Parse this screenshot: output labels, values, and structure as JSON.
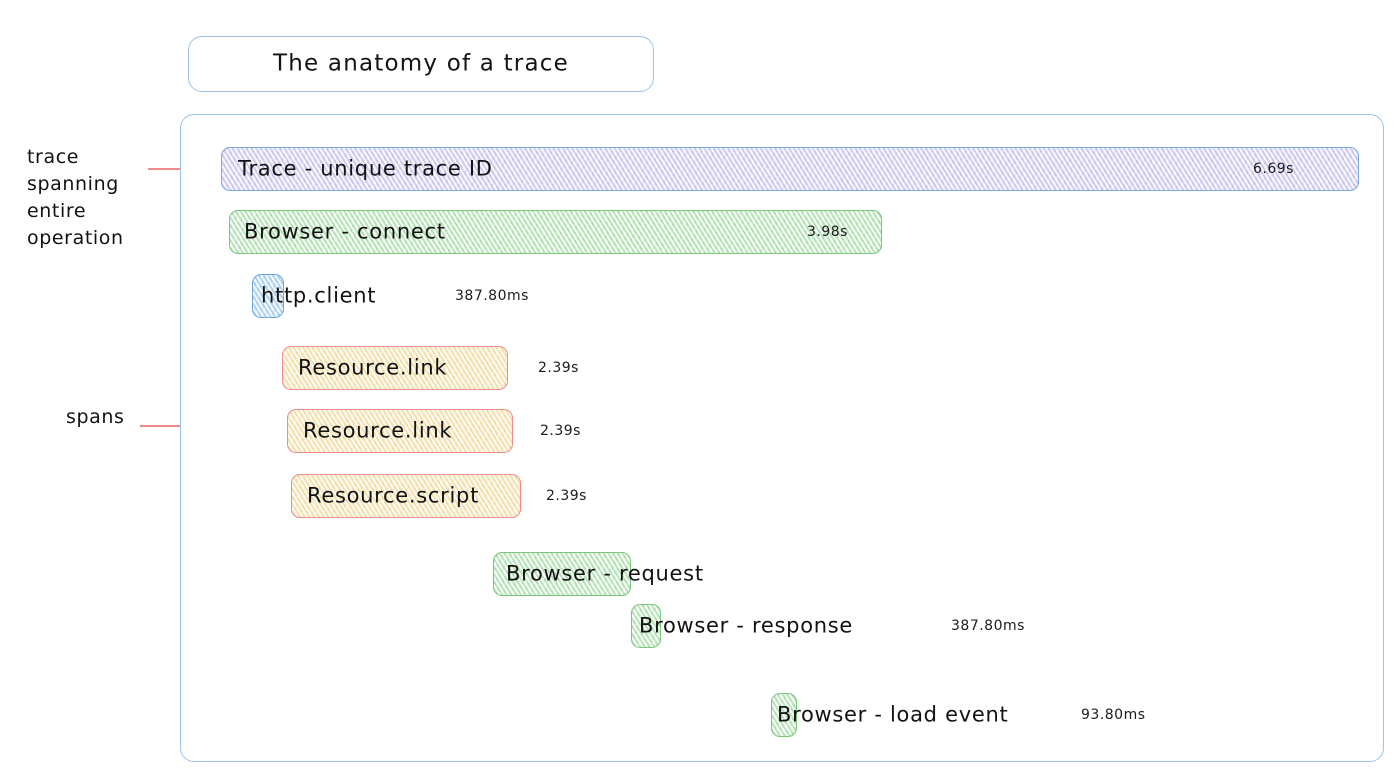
{
  "title": {
    "text": "The anatomy of a trace"
  },
  "annotations": [
    {
      "id": "trace",
      "text": "trace\nspanning\nentire\noperation"
    },
    {
      "id": "spans",
      "text": "spans"
    }
  ],
  "colors": {
    "container_border": "#9dc2ea",
    "annotation_line": "#f08a8a",
    "trace_fill": "#e6e4f8",
    "trace_border": "#7ea9e0",
    "browser_fill": "#e2f5e2",
    "browser_border": "#7cc47f",
    "http_fill": "#ddeefb",
    "http_border": "#6fa8dc",
    "resource_fill": "#fcf3d9",
    "resource_border": "#ef8c8c"
  },
  "rows": [
    {
      "name": "trace",
      "label": "Trace - unique trace ID",
      "duration": "6.69s",
      "duration_inside": true
    },
    {
      "name": "browser-connect",
      "label": "Browser - connect",
      "duration": "3.98s",
      "duration_inside": true
    },
    {
      "name": "http-client",
      "label": "http.client",
      "duration": "387.80ms",
      "duration_inside": false
    },
    {
      "name": "resource-link-1",
      "label": "Resource.link",
      "duration": "2.39s",
      "duration_inside": false
    },
    {
      "name": "resource-link-2",
      "label": "Resource.link",
      "duration": "2.39s",
      "duration_inside": false
    },
    {
      "name": "resource-script",
      "label": "Resource.script",
      "duration": "2.39s",
      "duration_inside": false
    },
    {
      "name": "browser-request",
      "label": "Browser - request",
      "duration": "",
      "duration_inside": false
    },
    {
      "name": "browser-response",
      "label": "Browser - response",
      "duration": "387.80ms",
      "duration_inside": false
    },
    {
      "name": "browser-load-event",
      "label": "Browser - load event",
      "duration": "93.80ms",
      "duration_inside": false
    }
  ]
}
